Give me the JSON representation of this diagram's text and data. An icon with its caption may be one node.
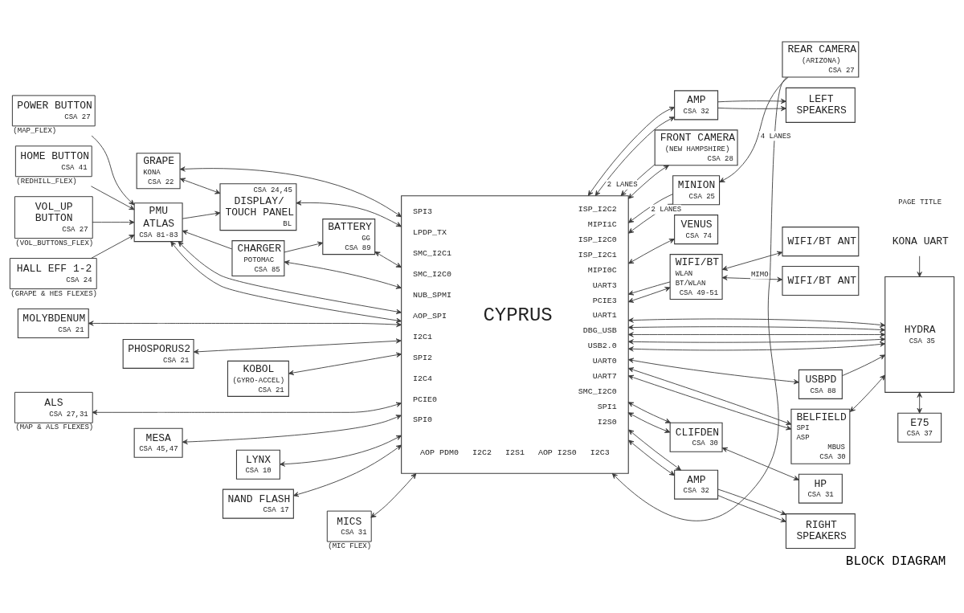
{
  "diagram": {
    "title": "BLOCK DIAGRAM",
    "nodes": [
      {
        "text": [
          "GRAPE",
          "KONA",
          "CSA 22"
        ]
      },
      {
        "text": [
          "CSA 24,45",
          "DISPLAY/ TOUCH PANEL",
          "BL"
        ]
      },
      {
        "text": [
          "BATTERY",
          "GG",
          "CSA 89"
        ]
      },
      {
        "text": [
          "CHARGER",
          "POTOMAC",
          "CSA 85"
        ]
      },
      {
        "text": [
          "POWER BUTTON",
          "CSA 27"
        ],
        "beside": [
          "(MAP_FLEX)"
        ]
      },
      {
        "text": [
          "HOME BUTTON",
          "CSA 41"
        ],
        "beside": [
          "(REDHILL_FLEX)"
        ]
      },
      {
        "text": [
          "VOL_UP BUTTON",
          "CSA 27"
        ],
        "beside": [
          "(VOL_BUTTONS_FLEX)"
        ]
      },
      {
        "text": [
          "PMU",
          "ATLAS",
          "CSA 81-83"
        ]
      },
      {
        "text": [
          "HALL EFF 1-2",
          "CSA 24"
        ],
        "beside": [
          "(GRAPE & HES FLEXES)"
        ]
      },
      {
        "text": [
          "CYPRUS",
          "SPI3",
          "LPDP_TX",
          "SMC_I2C1",
          "SMC_I2C0",
          "NUB_SPMI",
          "AOP_SPI",
          "I2C1",
          "SPI2",
          "I2C4",
          "PCIE0",
          "SPI0",
          "ISP_I2C2",
          "MIPI1C",
          "ISP_I2C0",
          "ISP_I2C1",
          "MIPI0C",
          "UART3",
          "PCIE3",
          "UART1",
          "DBG_USB",
          "USB2.0",
          "UART0",
          "UART7",
          "SMC_I2C0",
          "SPI1",
          "I2S0",
          "AOP PDM0",
          "I2C2",
          "I2S1",
          "AOP I2S0",
          "I2C3"
        ]
      },
      {
        "text": [
          "FRONT CAMERA",
          "(NEW HAMPSHIRE)",
          "CSA 28"
        ]
      },
      {
        "text": [
          "REAR CAMERA",
          "(ARIZONA)",
          "CSA 27"
        ]
      },
      {
        "text": [
          "MINION",
          "CSA 25"
        ]
      },
      {
        "text": [
          "VENUS",
          "CSA 74"
        ]
      },
      {
        "text": [
          "WIFI/BT",
          "WLAN",
          "BT/WLAN",
          "CSA 49-51"
        ]
      },
      {
        "text": [
          "WIFI/BT ANT"
        ]
      },
      {
        "text": [
          "WIFI/BT ANT"
        ]
      },
      {
        "text": [
          "MOLYBDENUM",
          "CSA 21"
        ]
      },
      {
        "text": [
          "PHOSPORUS2",
          "CSA 21"
        ]
      },
      {
        "text": [
          "KOBOL",
          "(GYRO-ACCEL)",
          "CSA 21"
        ]
      },
      {
        "text": [
          "KONA UART"
        ]
      },
      {
        "text": [
          "HYDRA",
          "CSA 35"
        ]
      },
      {
        "text": [
          "USBPD",
          "CSA 88"
        ]
      },
      {
        "text": [
          "ALS",
          "CSA 27,31"
        ],
        "beside": [
          "(MAP & ALS FLEXES)"
        ]
      },
      {
        "text": [
          "MESA",
          "CSA 45,47"
        ]
      },
      {
        "text": [
          "LYNX",
          "CSA 10"
        ]
      },
      {
        "text": [
          "BELFIELD",
          "SPI",
          "ASP",
          "MBUS",
          "CSA 30"
        ]
      },
      {
        "text": [
          "E75",
          "CSA 37"
        ]
      },
      {
        "text": [
          "NAND FLASH",
          "CSA 17"
        ]
      },
      {
        "text": [
          "MICS",
          "CSA 31"
        ],
        "beside": [
          "(MIC FLEX)"
        ]
      },
      {
        "text": [
          "CLIFDEN",
          "CSA 30"
        ]
      },
      {
        "text": [
          "AMP",
          "CSA 32"
        ]
      },
      {
        "text": [
          "RIGHT SPEAKERS"
        ]
      },
      {
        "text": [
          "HP",
          "CSA 31"
        ]
      },
      {
        "text": [
          "AMP",
          "CSA 32"
        ]
      },
      {
        "text": [
          "LEFT SPEAKERS"
        ]
      }
    ],
    "edges": [
      {
        "from": 0,
        "to": 9,
        "arrow": "both"
      },
      {
        "from": 0,
        "to": 1,
        "arrow": "both"
      },
      {
        "from": 1,
        "to": 9,
        "arrow": "both"
      },
      {
        "from": 2,
        "to": 9,
        "arrow": "both"
      },
      {
        "from": 3,
        "to": 2,
        "arrow": "to"
      },
      {
        "from": 7,
        "to": 1,
        "arrow": "to"
      },
      {
        "from": 3,
        "to": 7,
        "arrow": "to"
      },
      {
        "from": 3,
        "to": 9,
        "arrow": "both"
      },
      {
        "from": 7,
        "to": 9,
        "arrow": "both"
      },
      {
        "from": 7,
        "to": 9,
        "arrow": "both"
      },
      {
        "from": 4,
        "to": 7,
        "arrow": "to"
      },
      {
        "from": 5,
        "to": 7,
        "arrow": "to"
      },
      {
        "from": 6,
        "to": 7,
        "arrow": "to"
      },
      {
        "from": 8,
        "to": 7,
        "arrow": "to"
      },
      {
        "from": 9,
        "to": 10,
        "arrow": "both"
      },
      {
        "from": 10,
        "to": 9,
        "arrow": "to",
        "label": "2 LANES"
      },
      {
        "from": 11,
        "to": 9,
        "arrow": "to"
      },
      {
        "from": 9,
        "to": 12,
        "arrow": "both"
      },
      {
        "from": 12,
        "to": 9,
        "arrow": "to",
        "label": "2 LANES"
      },
      {
        "from": 11,
        "to": 12,
        "arrow": "to",
        "label": "4 LANES"
      },
      {
        "from": 9,
        "to": 13,
        "arrow": "both"
      },
      {
        "from": 9,
        "to": 14,
        "arrow": "both"
      },
      {
        "from": 14,
        "to": 9,
        "arrow": "to"
      },
      {
        "from": 14,
        "to": 15,
        "arrow": "both",
        "label": "MIMO"
      },
      {
        "from": 14,
        "to": 16,
        "arrow": "both"
      },
      {
        "from": 17,
        "to": 9,
        "arrow": "both"
      },
      {
        "from": 18,
        "to": 9,
        "arrow": "both"
      },
      {
        "from": 19,
        "to": 9,
        "arrow": "both"
      },
      {
        "from": 20,
        "to": 21,
        "arrow": "to"
      },
      {
        "from": 9,
        "to": 21,
        "arrow": "both"
      },
      {
        "from": 9,
        "to": 21,
        "arrow": "both"
      },
      {
        "from": 9,
        "to": 21,
        "arrow": "both"
      },
      {
        "from": 9,
        "to": 21,
        "arrow": "both"
      },
      {
        "from": 9,
        "to": 21,
        "arrow": "both"
      },
      {
        "from": 9,
        "to": 22,
        "arrow": "both"
      },
      {
        "from": 22,
        "to": 21,
        "arrow": "to"
      },
      {
        "from": 23,
        "to": 9,
        "arrow": "both"
      },
      {
        "from": 24,
        "to": 9,
        "arrow": "both"
      },
      {
        "from": 25,
        "to": 9,
        "arrow": "both"
      },
      {
        "from": 28,
        "to": 9,
        "arrow": "both"
      },
      {
        "from": 9,
        "to": 26,
        "arrow": "both"
      },
      {
        "from": 9,
        "to": 26,
        "arrow": "both"
      },
      {
        "from": 26,
        "to": 21,
        "arrow": "both"
      },
      {
        "from": 21,
        "to": 27,
        "arrow": "both"
      },
      {
        "from": 29,
        "to": 9,
        "arrow": "both"
      },
      {
        "from": 9,
        "to": 30,
        "arrow": "both"
      },
      {
        "from": 9,
        "to": 30,
        "arrow": "both"
      },
      {
        "from": 30,
        "to": 33,
        "arrow": "both"
      },
      {
        "from": 9,
        "to": 31,
        "arrow": "both"
      },
      {
        "from": 9,
        "to": 31,
        "arrow": "both"
      },
      {
        "from": 9,
        "to": 34,
        "arrow": "both"
      },
      {
        "from": 9,
        "to": 34,
        "arrow": "both"
      },
      {
        "from": 31,
        "to": 32,
        "arrow": "to"
      },
      {
        "from": 31,
        "to": 32,
        "arrow": "to"
      },
      {
        "from": 34,
        "to": 35,
        "arrow": "to"
      },
      {
        "from": 34,
        "to": 35,
        "arrow": "to"
      }
    ],
    "labels": [
      "PAGE TITLE"
    ]
  }
}
